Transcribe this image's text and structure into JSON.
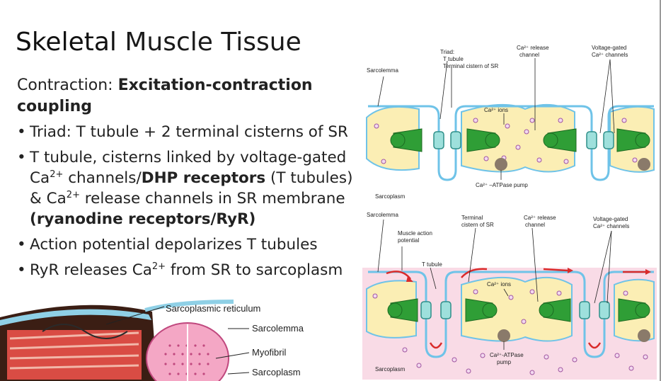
{
  "slide": {
    "title_bold": "Skeletal",
    "title_rest": "Muscle Tissue",
    "subtitle_prefix": "Contraction: ",
    "subtitle_bold": "Excitation-contraction coupling",
    "bullets": [
      {
        "parts": [
          "Triad: T tubule + 2 terminal cisterns of SR"
        ]
      },
      {
        "parts": [
          "T tubule, cisterns linked by voltage-gated Ca",
          "2+",
          " channels/",
          "DHP receptors",
          " (T tubules) & Ca",
          "2+",
          " release channels in SR membrane ",
          "(ryanodine receptors/RyR)"
        ]
      },
      {
        "parts": [
          "Action potential depolarizes T tubules"
        ]
      },
      {
        "parts": [
          "RyR releases Ca",
          "2+",
          " from SR to sarcoplasm"
        ]
      }
    ]
  },
  "diagram_top": {
    "sarcolemma": "Sarcolemma",
    "triad": "Triad:",
    "t_tubule": "T tubule",
    "terminal_cistern": "Terminal cistern of SR",
    "ca_release": "Ca²⁺ release",
    "channel": "channel",
    "voltage_gated": "Voltage-gated",
    "ca_channels": "Ca²⁺ channels",
    "ca_ions": "Ca²⁺ ions",
    "atpase": "Ca²⁺ –ATPase pump",
    "sarcoplasm": "Sarcoplasm"
  },
  "diagram_bottom": {
    "sarcolemma": "Sarcolemma",
    "muscle_action": "Muscle action",
    "potential": "potential",
    "terminal": "Terminal",
    "cistern_sr": "cistern of SR",
    "ca_release": "Ca²⁺ release",
    "channel": "channel",
    "voltage_gated": "Voltage-gated",
    "ca_channels": "Ca²⁺ channels",
    "t_tubule": "T tubule",
    "ca_ions": "Ca²⁺ ions",
    "atpase": "Ca²⁺-ATPase",
    "pump": "pump",
    "sarcoplasm": "Sarcoplasm"
  },
  "diagram_fiber": {
    "sarcoplasmic_reticulum": "Sarcoplasmic reticulum",
    "sarcolemma": "Sarcolemma",
    "myofibril": "Myofibril",
    "sarcoplasm": "Sarcoplasm"
  },
  "colors": {
    "membrane": "#6fc3e8",
    "cistern": "#fbeeb4",
    "sarcoplasm_bottom": "#f9dbe6",
    "receptor_green": "#2f9e36",
    "channel_teal": "#3aa7a0",
    "arrow_red": "#d92b2b"
  }
}
